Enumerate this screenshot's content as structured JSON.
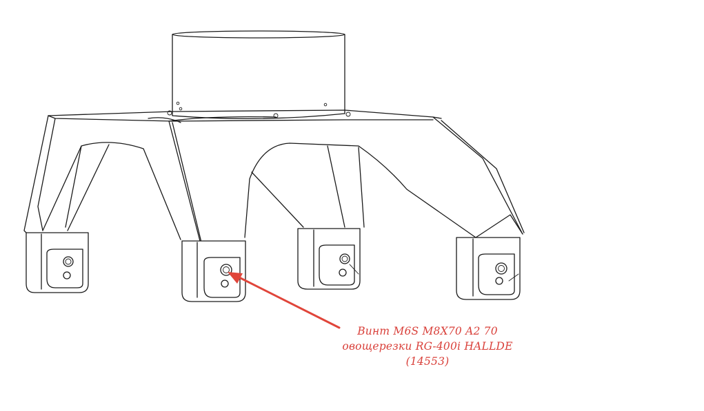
{
  "callout": {
    "line1": "Винт M6S M8X70 A2 70",
    "line2": "овощерезки RG-400i HALLDE",
    "line3": "(14553)",
    "color": "#d9403a"
  },
  "arrow_color": "#e0453a",
  "line_color": "#1a1a1a"
}
